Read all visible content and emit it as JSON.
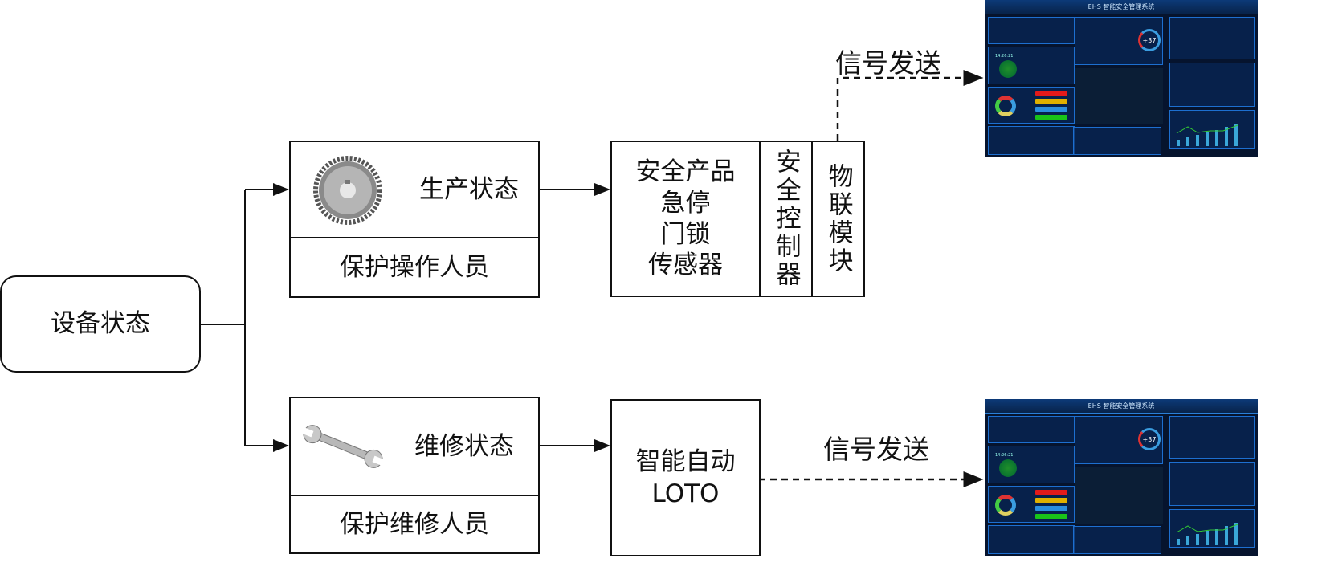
{
  "device_state": "设备状态",
  "production": {
    "state": "生产状态",
    "protect": "保护操作人员",
    "icon": "gear-icon"
  },
  "maintenance": {
    "state": "维修状态",
    "protect": "保护维修人员",
    "icon": "wrench-icon"
  },
  "safety_products": [
    "安全产品",
    "急停",
    "门锁",
    "传感器"
  ],
  "safety_controller": "安全控制器",
  "iot_module": "物联模块",
  "loto": [
    "智能自动",
    "LOTO"
  ],
  "signal_label_top": "信号发送",
  "signal_label_bottom": "信号发送",
  "dashboard": {
    "title": "EHS 智能安全管理系统",
    "time": "14:26:21",
    "badge": "+37",
    "colors": {
      "bg": "#06142e",
      "panel": "#1d6fd0",
      "red": "#e31a1a",
      "yellow": "#e0b000",
      "blue": "#2a8ee0",
      "green": "#19c419"
    }
  }
}
